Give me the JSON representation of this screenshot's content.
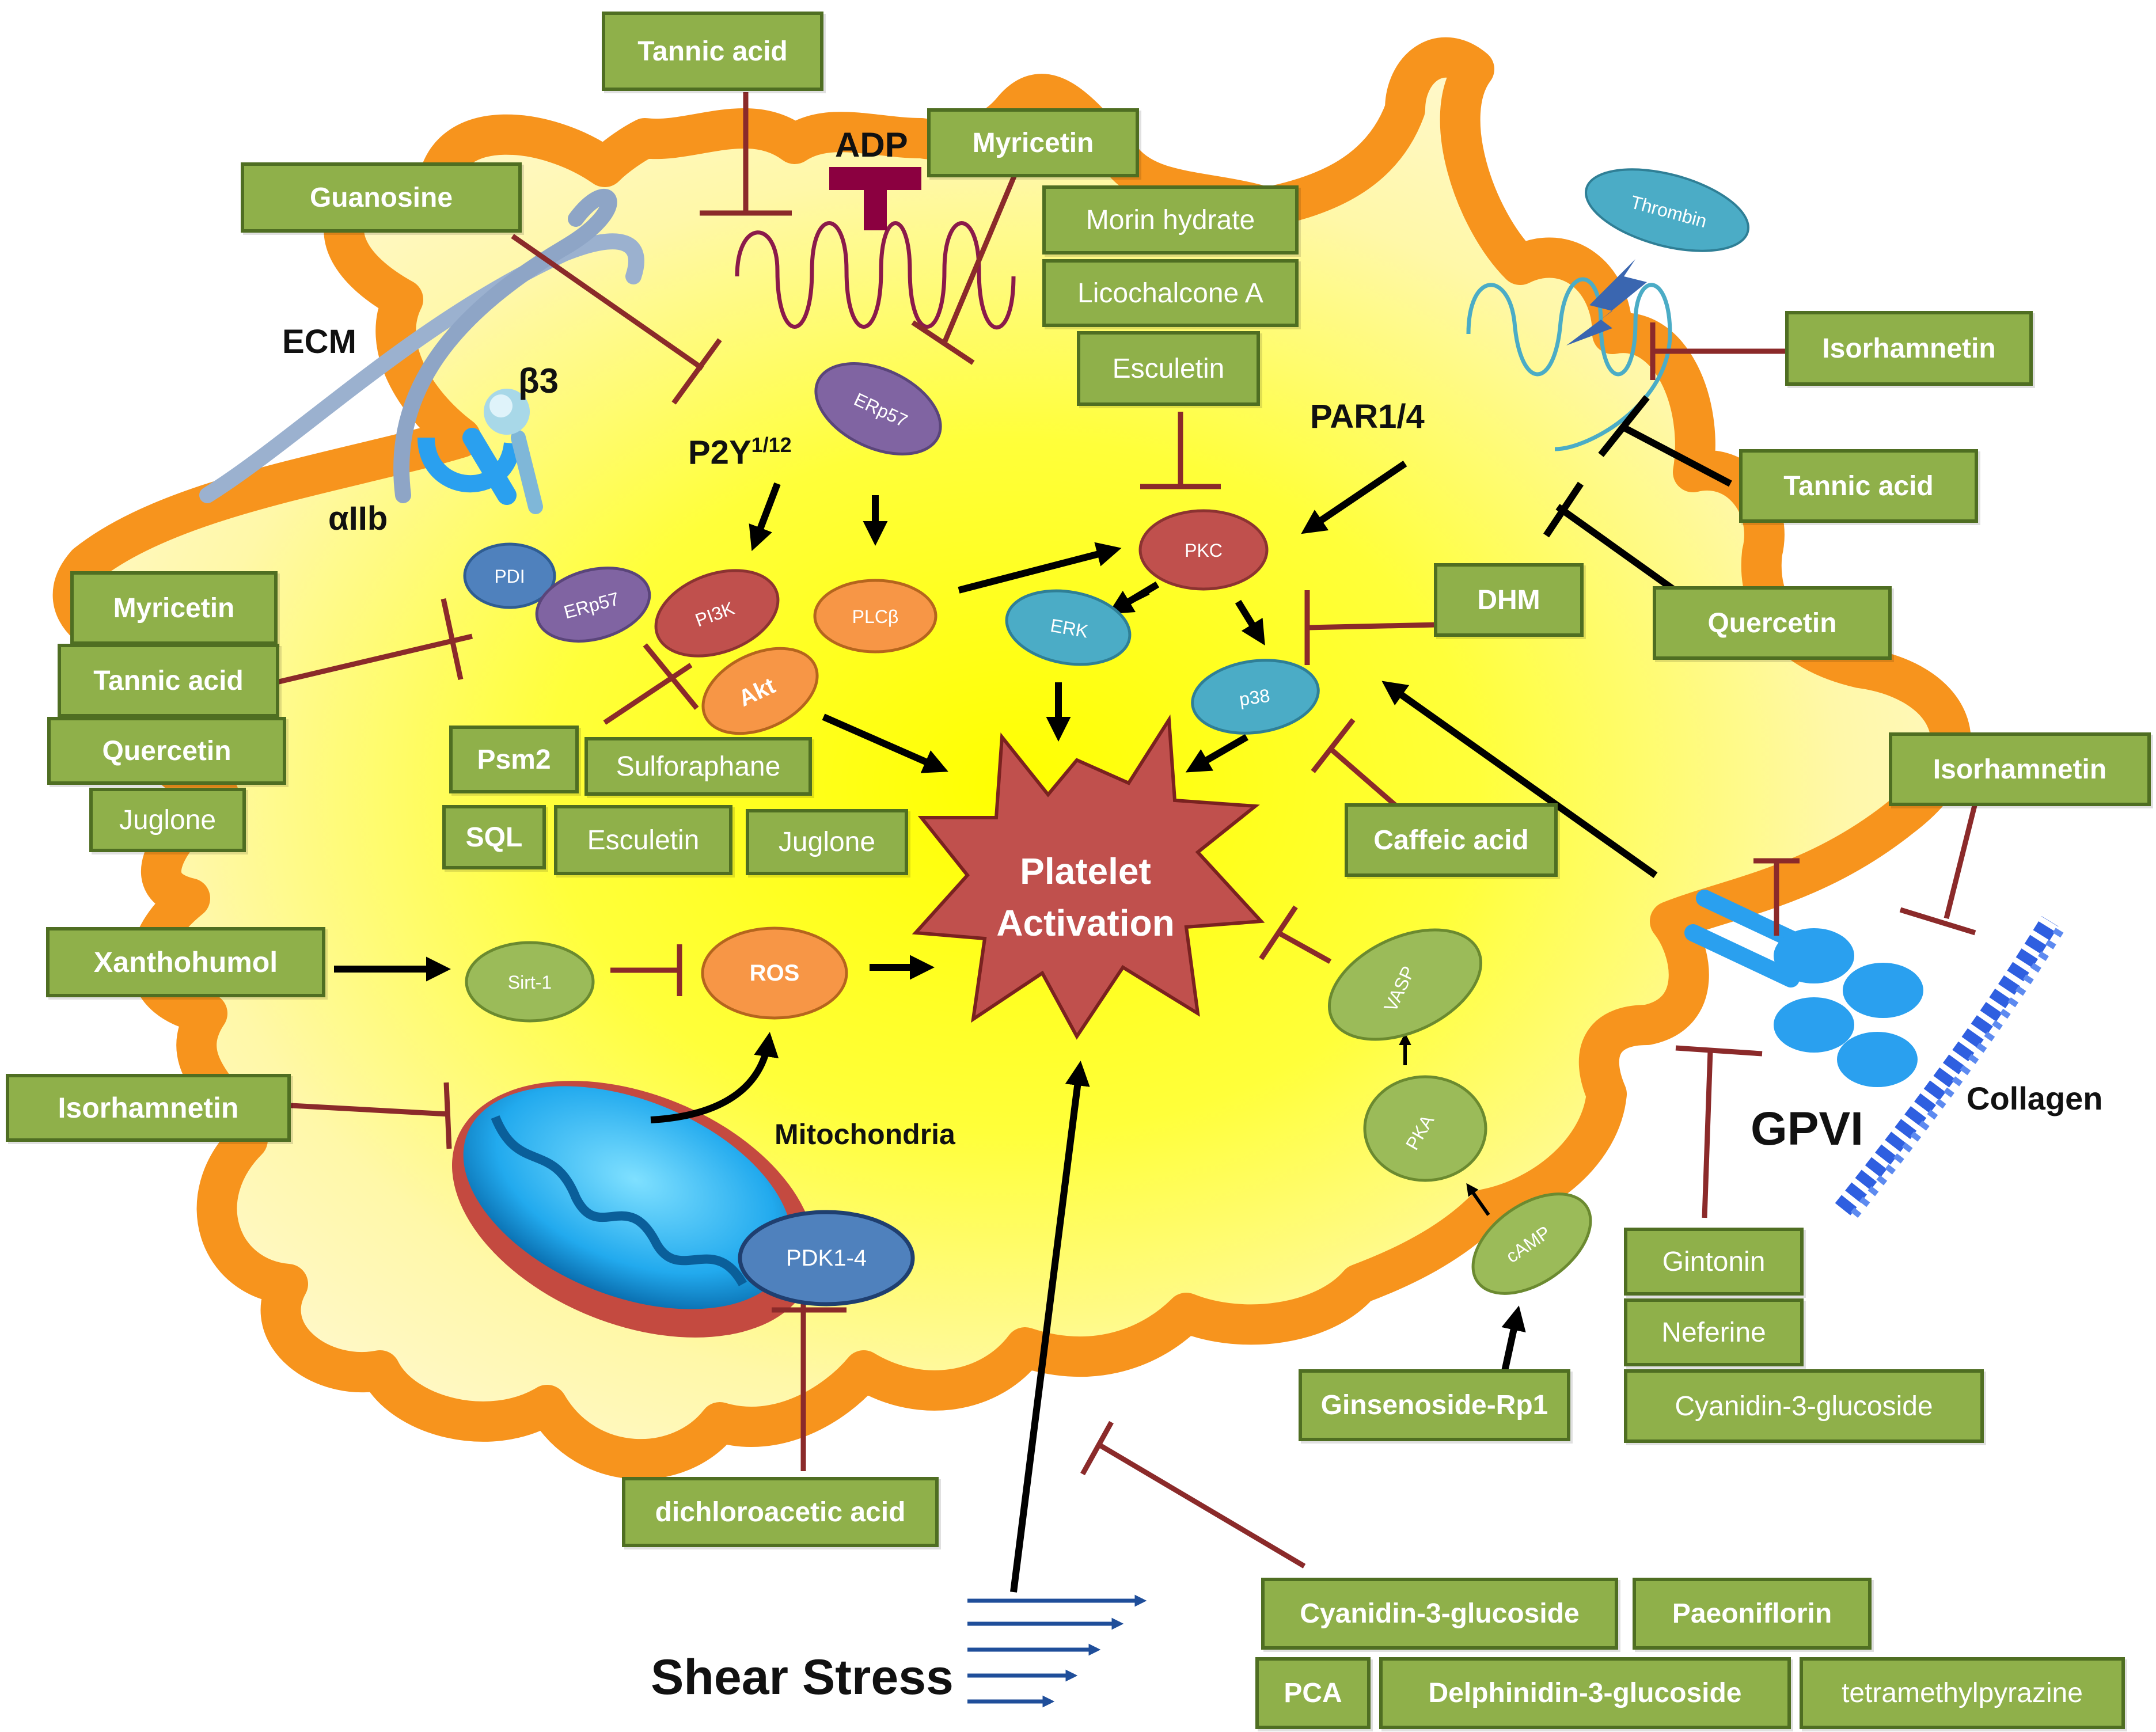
{
  "labels": {
    "adp": "ADP",
    "ecm": "ECM",
    "beta3": "β3",
    "alpha_iib": "αIIb",
    "p2y_base": "P2Y",
    "p2y_sup": "1/12",
    "par": "PAR1/4",
    "mitochondria": "Mitochondria",
    "gpvi": "GPVI",
    "collagen": "Collagen",
    "shear_stress": "Shear Stress",
    "thrombin": "Thrombin"
  },
  "nodes": {
    "erp57_top": "ERp57",
    "erp57_left": "ERp57",
    "pdi": "PDI",
    "pi3k": "PI3K",
    "plcb": "PLCβ",
    "akt": "Akt",
    "pkc": "PKC",
    "erk": "ERK",
    "p38": "p38",
    "sirt1": "Sirt-1",
    "ros": "ROS",
    "vasp": "VASP",
    "pka": "PKA",
    "camp": "cAMP",
    "pdk": "PDK1-4",
    "activation_line1": "Platelet",
    "activation_line2": "Activation"
  },
  "compounds": {
    "tannic_top": "Tannic acid",
    "guanosine": "Guanosine",
    "myricetin_top": "Myricetin",
    "morin": "Morin hydrate",
    "licochalcone": "Licochalcone A",
    "esculetin_top": "Esculetin",
    "isorhamnetin_top": "Isorhamnetin",
    "tannic_right": "Tannic acid",
    "dhm": "DHM",
    "quercetin_right": "Quercetin",
    "isorhamnetin_right": "Isorhamnetin",
    "caffeic": "Caffeic acid",
    "myricetin_left": "Myricetin",
    "tannic_left": "Tannic acid",
    "quercetin_left": "Quercetin",
    "juglone_left": "Juglone",
    "psm2": "Psm2",
    "sulforaphane": "Sulforaphane",
    "sql": "SQL",
    "esculetin_mid": "Esculetin",
    "juglone_mid": "Juglone",
    "xanthohumol": "Xanthohumol",
    "isorhamnetin_left": "Isorhamnetin",
    "dca": "dichloroacetic acid",
    "gintonin": "Gintonin",
    "neferine": "Neferine",
    "c3g_right": "Cyanidin-3-glucoside",
    "ginsenoside": "Ginsenoside-Rp1",
    "c3g_bottom": "Cyanidin-3-glucoside",
    "paeoniflorin": "Paeoniflorin",
    "pca": "PCA",
    "d3g": "Delphinidin-3-glucoside",
    "tmp": "tetramethylpyrazine"
  },
  "colors": {
    "compound_fill": "#8fb04a",
    "compound_border": "#4f6e22",
    "membrane": "#f7941d",
    "cytoplasm": "#ffff66",
    "inhibit": "#8b2a2a",
    "arrow": "#000000",
    "activation": "#c0504d",
    "pkc": "#c0504d",
    "erk": "#4bacc6",
    "erp57": "#8064a2",
    "pdi": "#4f81bd",
    "plcb": "#f79646",
    "green_node": "#9bbb59",
    "thrombin": "#4bacc6",
    "adp": "#8b0040"
  }
}
